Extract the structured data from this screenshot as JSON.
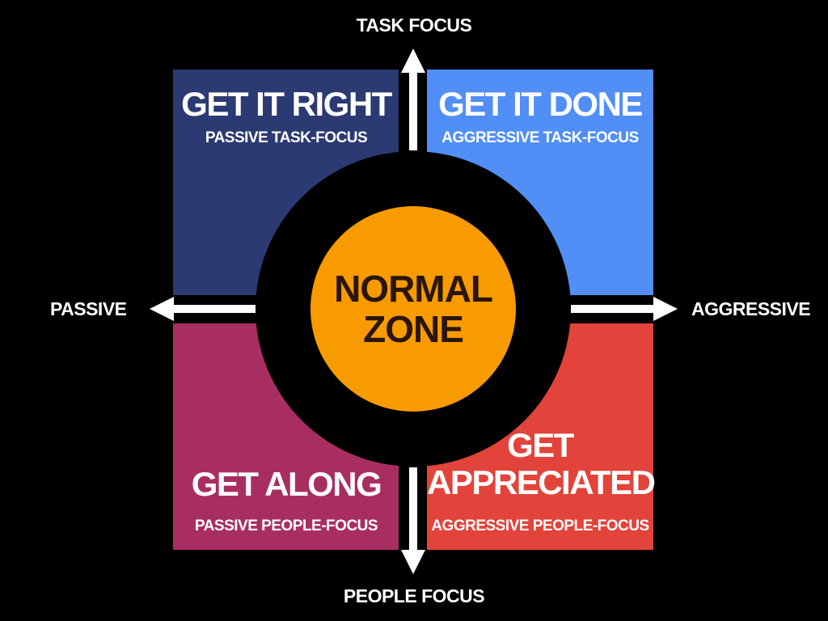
{
  "axes": {
    "top": "TASK FOCUS",
    "bottom": "PEOPLE FOCUS",
    "left": "PASSIVE",
    "right": "AGGRESSIVE"
  },
  "quadrants": {
    "top_left": {
      "title": "GET IT RIGHT",
      "subtitle": "PASSIVE TASK-FOCUS",
      "color": "#2b3a72"
    },
    "top_right": {
      "title": "GET IT DONE",
      "subtitle": "AGGRESSIVE TASK-FOCUS",
      "color": "#518ef5"
    },
    "bottom_left": {
      "title": "GET ALONG",
      "subtitle": "PASSIVE PEOPLE-FOCUS",
      "color": "#a82e62"
    },
    "bottom_right": {
      "title_line1": "GET",
      "title_line2": "APPRECIATED",
      "subtitle": "AGGRESSIVE PEOPLE-FOCUS",
      "color": "#e2433a"
    }
  },
  "center": {
    "line1": "NORMAL",
    "line2": "ZONE",
    "color": "#f79b00"
  }
}
